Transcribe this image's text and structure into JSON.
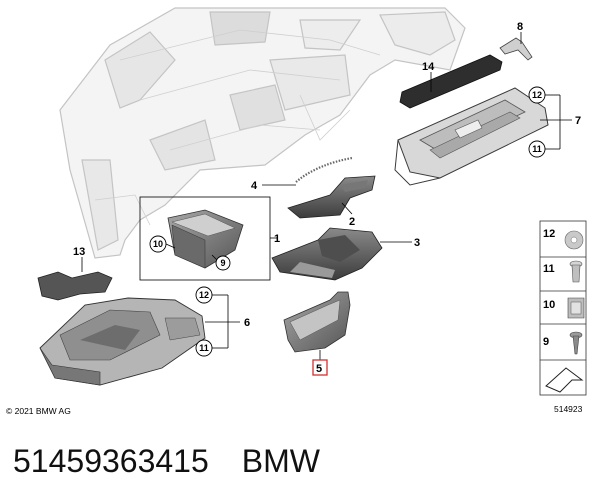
{
  "diagram": {
    "callouts": {
      "c1": "1",
      "c2": "2",
      "c3": "3",
      "c4": "4",
      "c5": "5",
      "c6": "6",
      "c7": "7",
      "c8": "8",
      "c9": "9",
      "c10": "10",
      "c11a": "11",
      "c11b": "11",
      "c12a": "12",
      "c12b": "12",
      "c13": "13",
      "c14": "14"
    },
    "legend": {
      "l12": "12",
      "l11": "11",
      "l10": "10",
      "l9": "9"
    },
    "copyright": "© 2021 BMW AG",
    "diagram_number": "514923",
    "highlight_color": "#d32f2f"
  },
  "caption": {
    "part_number": "51459363415",
    "brand": "BMW"
  }
}
